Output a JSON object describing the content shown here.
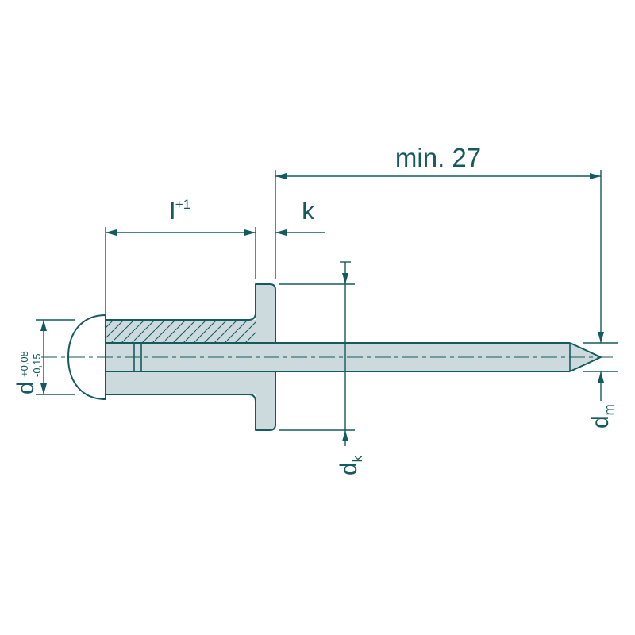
{
  "drawing": {
    "kind": "blind rivet dimensional drawing"
  },
  "colors": {
    "line": "#155a5e",
    "part_fill": "#ccdade",
    "dome_edge": "#8ea7af",
    "dome_center": "#d9e3e6",
    "background": "#ffffff"
  },
  "dimensions": {
    "mandrel_length": {
      "label": "min. 27"
    },
    "body_length": {
      "symbol": "l",
      "tolerance": "+1"
    },
    "head_height": {
      "symbol": "k"
    },
    "body_diameter": {
      "symbol": "d",
      "upper_tolerance": "+0,08",
      "lower_tolerance": "-0,15"
    },
    "head_diameter": {
      "symbol": "d",
      "subscript": "k"
    },
    "mandrel_diameter": {
      "symbol": "d",
      "subscript": "m"
    }
  }
}
